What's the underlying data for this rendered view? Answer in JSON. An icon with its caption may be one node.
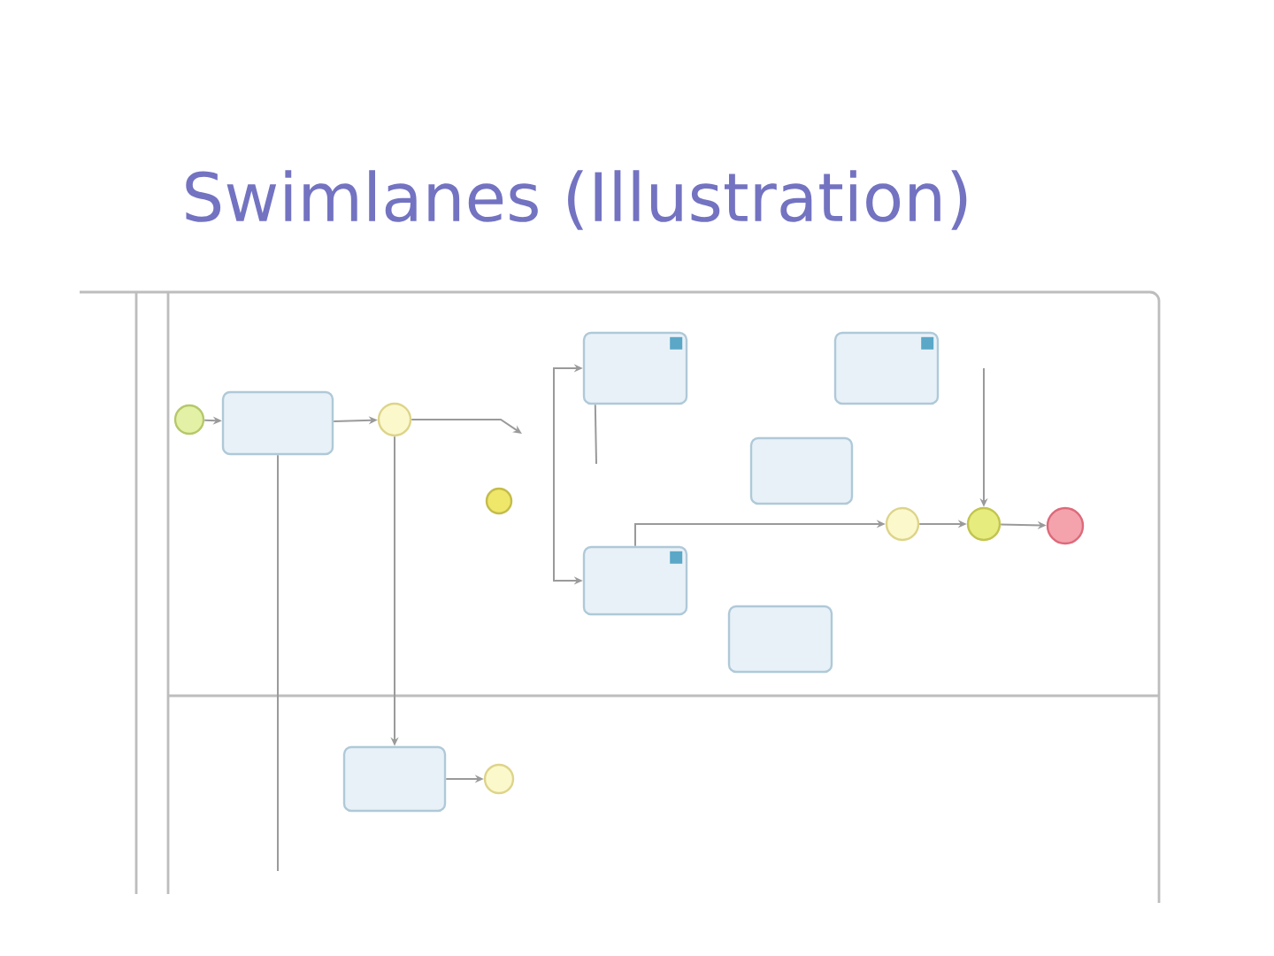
{
  "diagram": {
    "title": "Swimlanes (Illustration)",
    "nodes": [
      {
        "text": [],
        "shape": "circle"
      },
      {
        "text": [],
        "shape": "box"
      },
      {
        "text": [],
        "shape": "circle"
      },
      {
        "text": [],
        "shape": "circle"
      },
      {
        "text": [],
        "shape": "box"
      },
      {
        "text": [],
        "shape": "box"
      },
      {
        "text": [],
        "shape": "box"
      },
      {
        "text": [],
        "shape": "box"
      },
      {
        "text": [],
        "shape": "box"
      },
      {
        "text": [],
        "shape": "circle"
      },
      {
        "text": [],
        "shape": "circle"
      },
      {
        "text": [],
        "shape": "circle"
      },
      {
        "text": [],
        "shape": "box"
      },
      {
        "text": [],
        "shape": "circle"
      }
    ],
    "edges": [
      {
        "from": 0,
        "to": 1,
        "arrow": "to"
      },
      {
        "from": 1,
        "to": 2,
        "arrow": "to"
      },
      {
        "from": 2,
        "to": null,
        "arrow": "to"
      },
      {
        "from": 1,
        "to": null,
        "arrow": "none"
      },
      {
        "from": 2,
        "to": 12,
        "arrow": "to"
      },
      {
        "from": 12,
        "to": 13,
        "arrow": "to"
      },
      {
        "from": null,
        "to": 4,
        "arrow": "to"
      },
      {
        "from": null,
        "to": 7,
        "arrow": "to"
      },
      {
        "from": 4,
        "to": null,
        "arrow": "none"
      },
      {
        "from": 7,
        "to": 9,
        "arrow": "to"
      },
      {
        "from": 9,
        "to": 10,
        "arrow": "to"
      },
      {
        "from": 10,
        "to": 11,
        "arrow": "to"
      },
      {
        "from": null,
        "to": 10,
        "arrow": "to"
      }
    ]
  }
}
